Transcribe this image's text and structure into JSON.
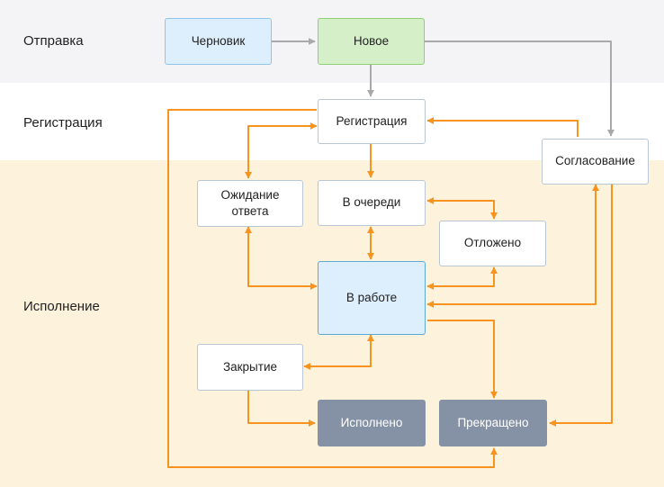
{
  "lanes": {
    "send": "Отправка",
    "registration": "Регистрация",
    "execution": "Исполнение"
  },
  "nodes": {
    "draft": "Черновик",
    "new": "Новое",
    "registration": "Регистрация",
    "approval": "Согласование",
    "waiting": "Ожидание\nответа",
    "queue": "В очереди",
    "postponed": "Отложено",
    "in_work": "В работе",
    "closing": "Закрытие",
    "done": "Исполнено",
    "stopped": "Прекращено"
  },
  "colors": {
    "orange_arrow": "#f7931e",
    "gray_arrow": "#a9a9a9"
  }
}
